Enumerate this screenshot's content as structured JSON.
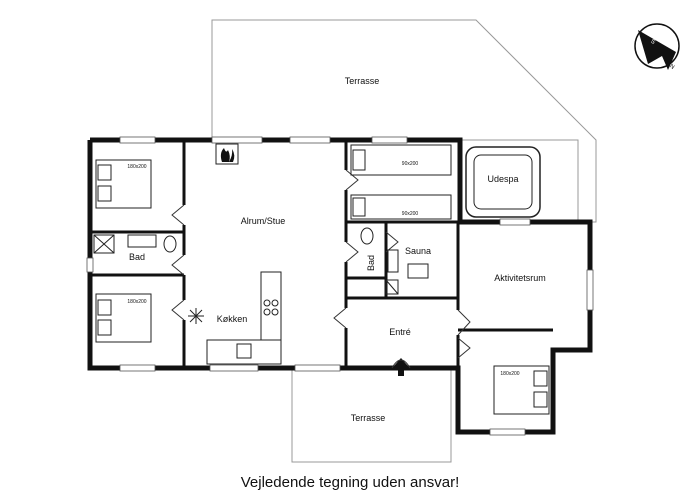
{
  "rooms": {
    "terrace_top": "Terrasse",
    "terrace_bottom": "Terrasse",
    "living": "Alrum/Stue",
    "kitchen": "Køkken",
    "bath_left": "Bad",
    "bath_mid": "Bad",
    "sauna": "Sauna",
    "spa": "Udespa",
    "activity": "Aktivitetsrum",
    "entrance": "Entré"
  },
  "beds": {
    "bed1": "180x200",
    "bed2": "180x200",
    "bed3": "180x200",
    "single_top": "90x200",
    "single_bottom": "90x200"
  },
  "compass": {
    "letters": [
      "S",
      "N"
    ]
  },
  "caption": "Vejledende tegning uden ansvar!"
}
